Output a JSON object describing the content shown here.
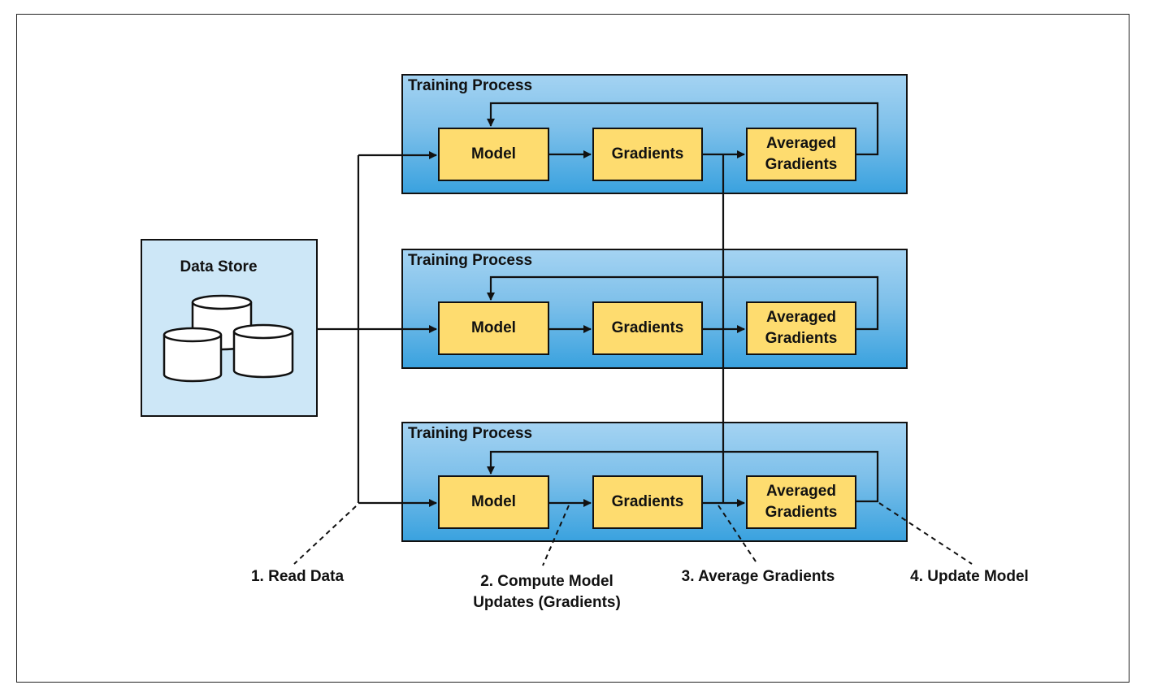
{
  "data_store": {
    "title": "Data Store"
  },
  "processes": [
    {
      "title": "Training Process",
      "model": "Model",
      "gradients": "Gradients",
      "averaged": [
        "Averaged",
        "Gradients"
      ]
    },
    {
      "title": "Training Process",
      "model": "Model",
      "gradients": "Gradients",
      "averaged": [
        "Averaged",
        "Gradients"
      ]
    },
    {
      "title": "Training Process",
      "model": "Model",
      "gradients": "Gradients",
      "averaged": [
        "Averaged",
        "Gradients"
      ]
    }
  ],
  "steps": {
    "read": "1. Read Data",
    "compute": [
      "2. Compute Model",
      "Updates (Gradients)"
    ],
    "average": "3. Average Gradients",
    "update": "4. Update Model"
  },
  "colors": {
    "process_fill": "#7ec0ea",
    "node_fill": "#fedc6f",
    "store_fill": "#cde7f7"
  }
}
